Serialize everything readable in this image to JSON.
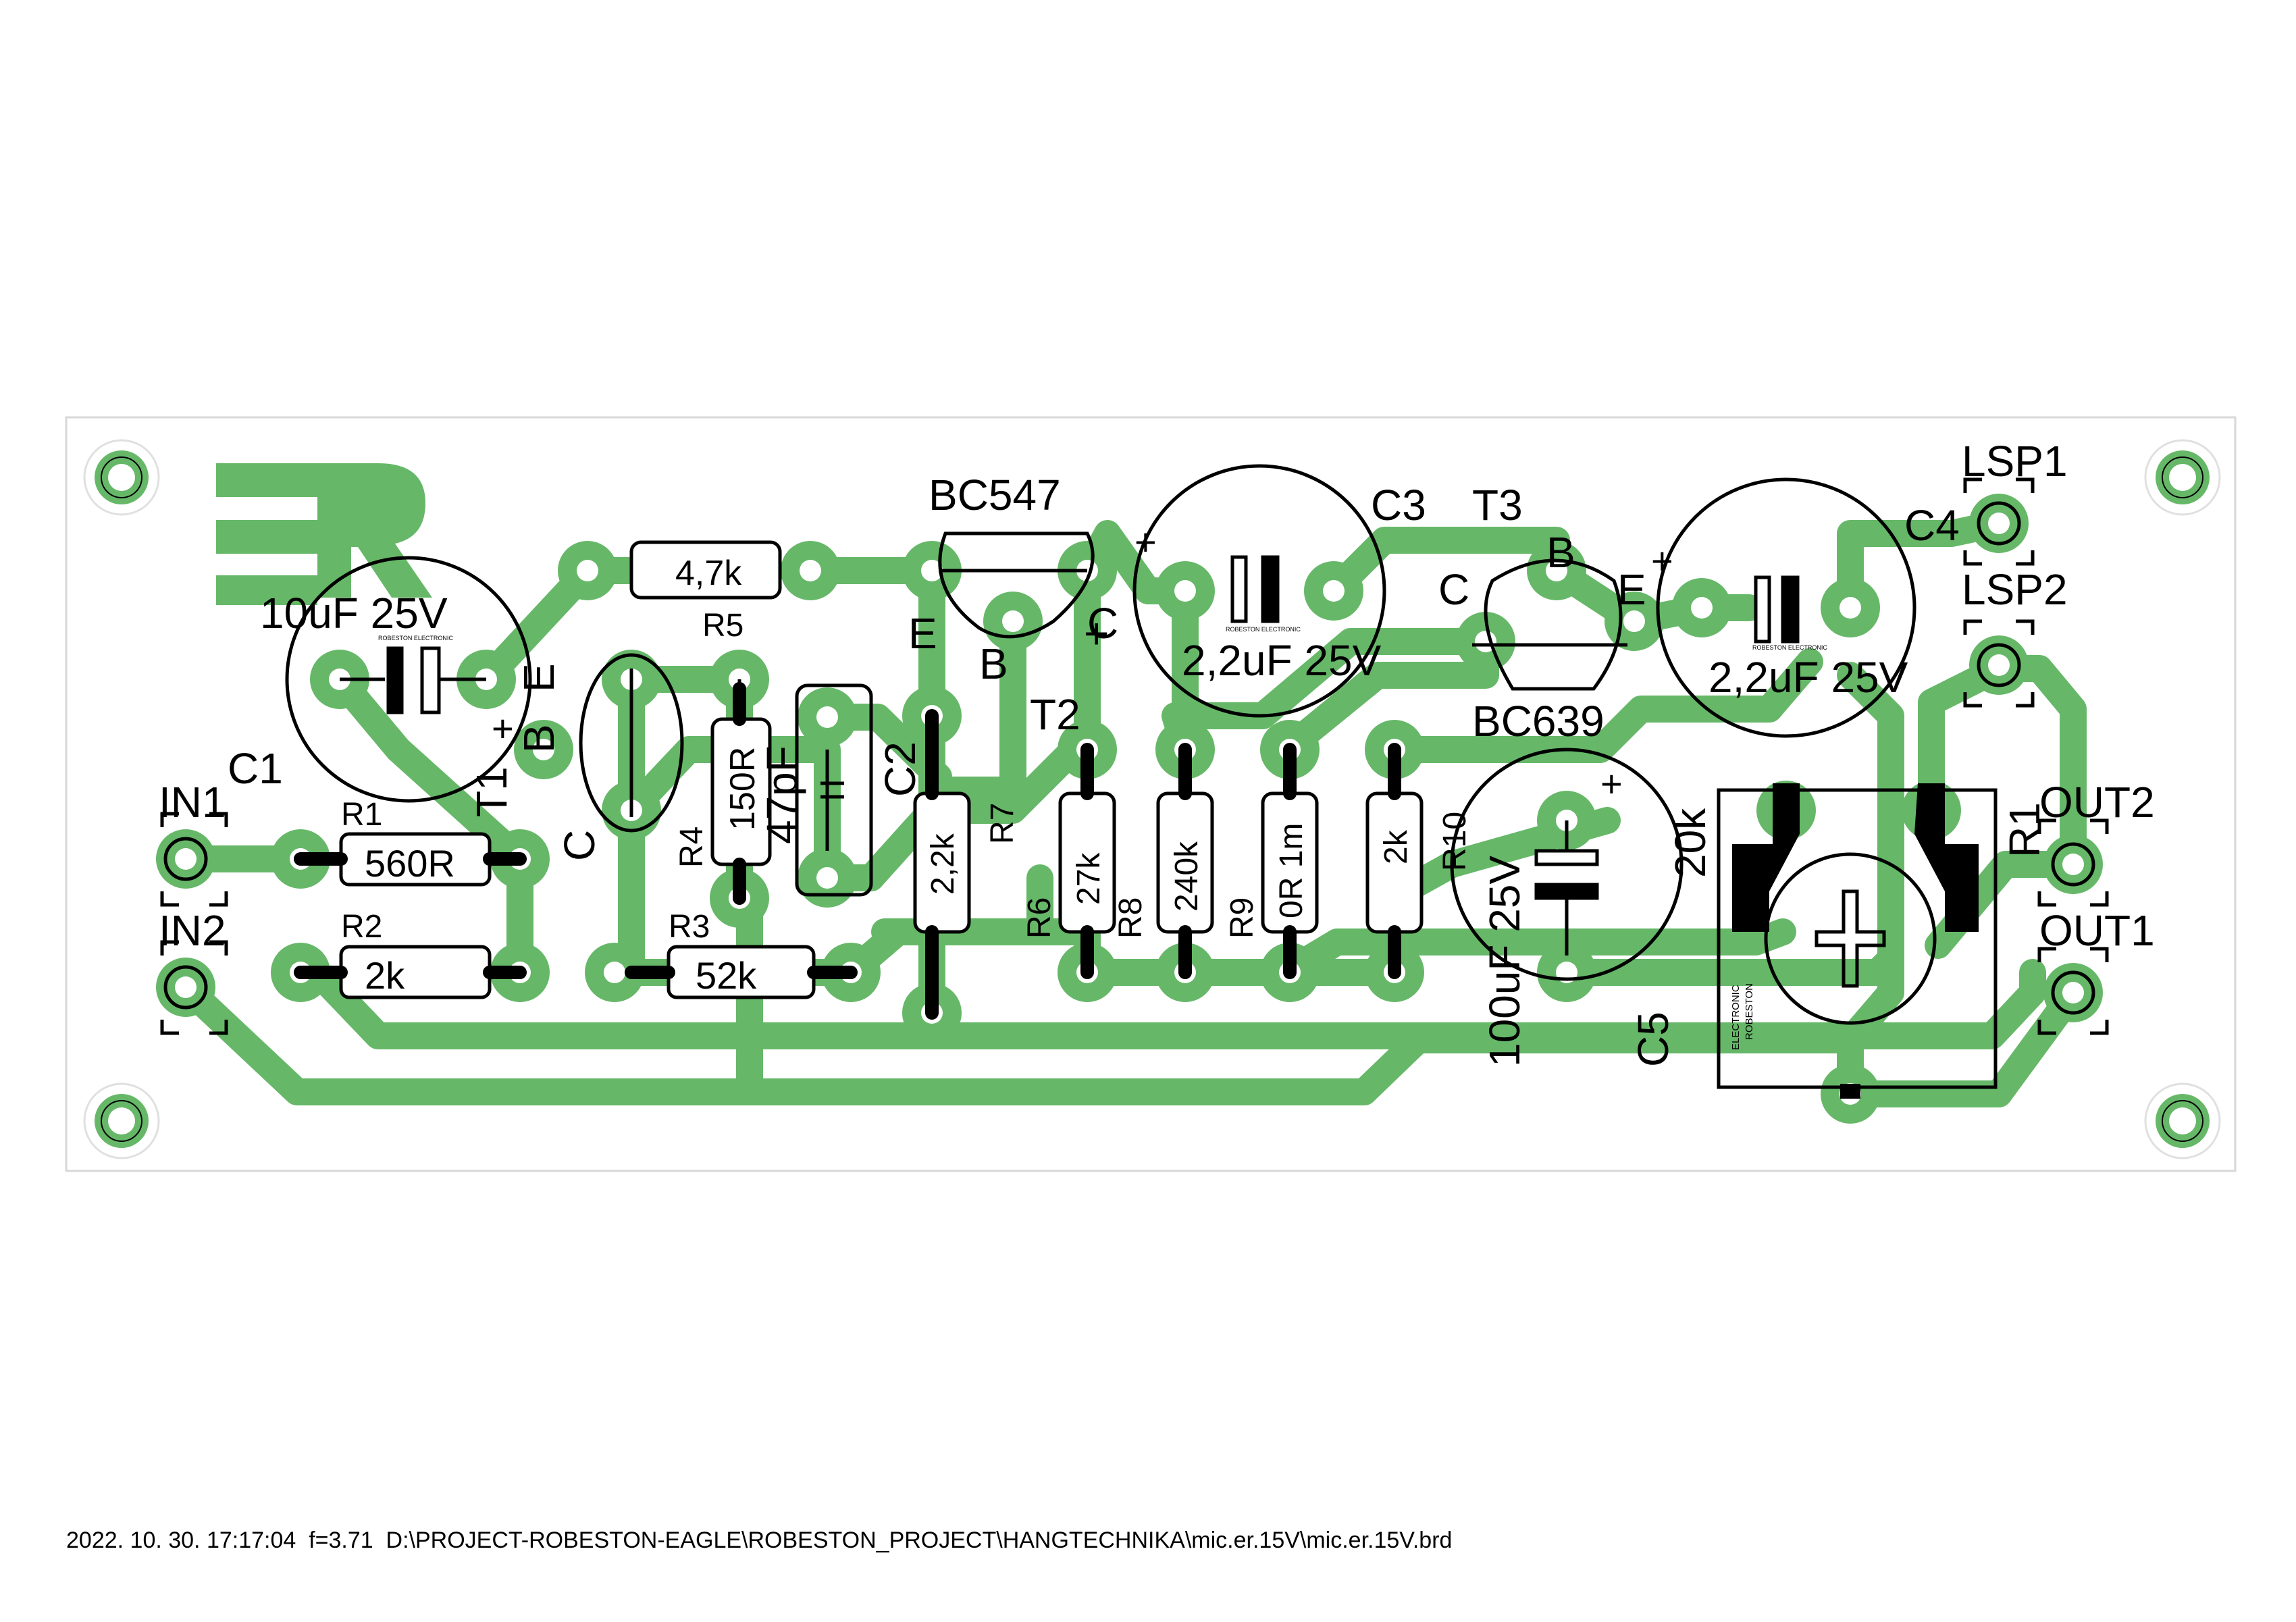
{
  "colors": {
    "copper": "#66b868",
    "silk": "#000000",
    "hole": "#ffffff",
    "board_edge": "#d8d8d8"
  },
  "logo": "ER",
  "labels": {
    "lsp1": "LSP1",
    "lsp2": "LSP2",
    "c4": "C4",
    "c3": "C3",
    "t3": "T3",
    "bc547": "BC547",
    "bc639": "BC639",
    "r5": "R5",
    "r5_val": "4,7k",
    "c1": "C1",
    "c1_val": "10uF 25V",
    "c1_plus": "+",
    "t1": "T1",
    "t1_e": "E",
    "t1_b": "B",
    "t1_c": "C",
    "t2": "T2",
    "t2_e": "E",
    "t2_b": "B",
    "t2_c": "C",
    "t3_c": "C",
    "t3_b": "B",
    "t3_e": "E",
    "c3_val": "2,2uF 25V",
    "c3_plus": "+",
    "c4_val": "2,2uF 25V",
    "c4_plus": "+",
    "in1": "IN1",
    "in2": "IN2",
    "out1": "OUT1",
    "out2": "OUT2",
    "r1": "R1",
    "r1_val": "560R",
    "r2": "R2",
    "r2_val": "2k",
    "r3": "R3",
    "r3_val": "52k",
    "r4": "R4",
    "r4_val": "150R",
    "c2": "C2",
    "c2_val": "47pF",
    "r7": "R7",
    "r7_val": "2,2k",
    "r6": "R6",
    "r6_val": "27k",
    "r8": "R8",
    "r8_val": "240k",
    "r9": "R9",
    "r9_val": "0R 1m",
    "r10": "R10",
    "r10_val": "2k",
    "c5": "C5",
    "c5_val": "100uF 25V",
    "c5_plus": "+",
    "pot": "R1",
    "pot_val": "20k",
    "silk_small": "ROBESTON ELECTRONIC",
    "pot_silk1": "ELECTRONIC",
    "pot_silk2": "ROBESTON"
  },
  "footer": "2022. 10. 30. 17:17:04  f=3.71  D:\\PROJECT-ROBESTON-EAGLE\\ROBESTON_PROJECT\\HANGTECHNIKA\\mic.er.15V\\mic.er.15V.brd"
}
